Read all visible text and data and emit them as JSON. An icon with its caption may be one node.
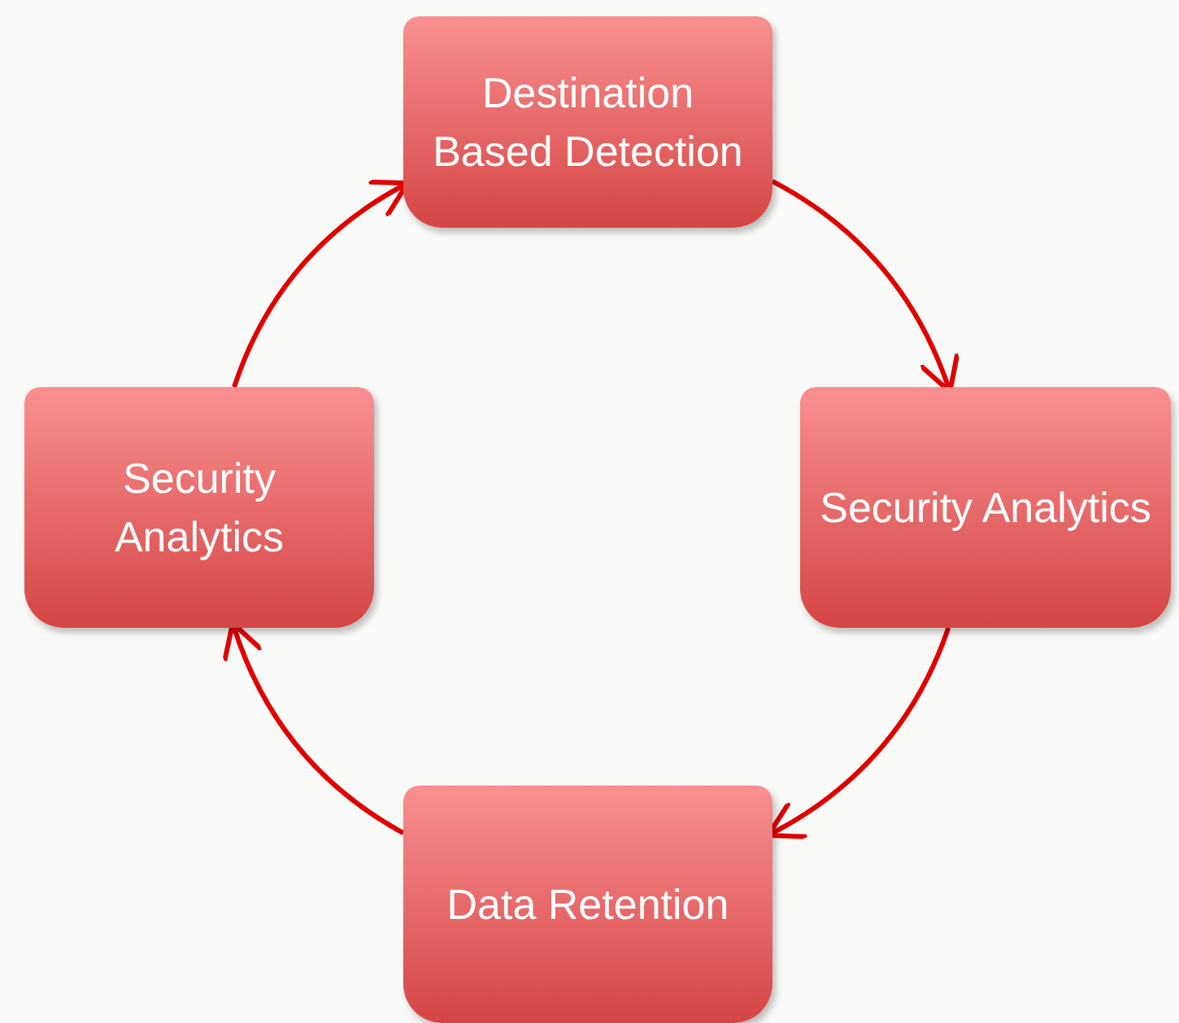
{
  "diagram": {
    "nodes": [
      {
        "text": [
          "Destination Based Detection"
        ]
      },
      {
        "text": [
          "Security Analytics"
        ]
      },
      {
        "text": [
          "Security Analytics"
        ]
      },
      {
        "text": [
          "Data Retention"
        ]
      }
    ],
    "edges": [
      {
        "from": 0,
        "to": 2,
        "arrow": "to"
      },
      {
        "from": 2,
        "to": 3,
        "arrow": "to"
      },
      {
        "from": 3,
        "to": 1,
        "arrow": "to"
      },
      {
        "from": 1,
        "to": 0,
        "arrow": "to"
      }
    ]
  }
}
